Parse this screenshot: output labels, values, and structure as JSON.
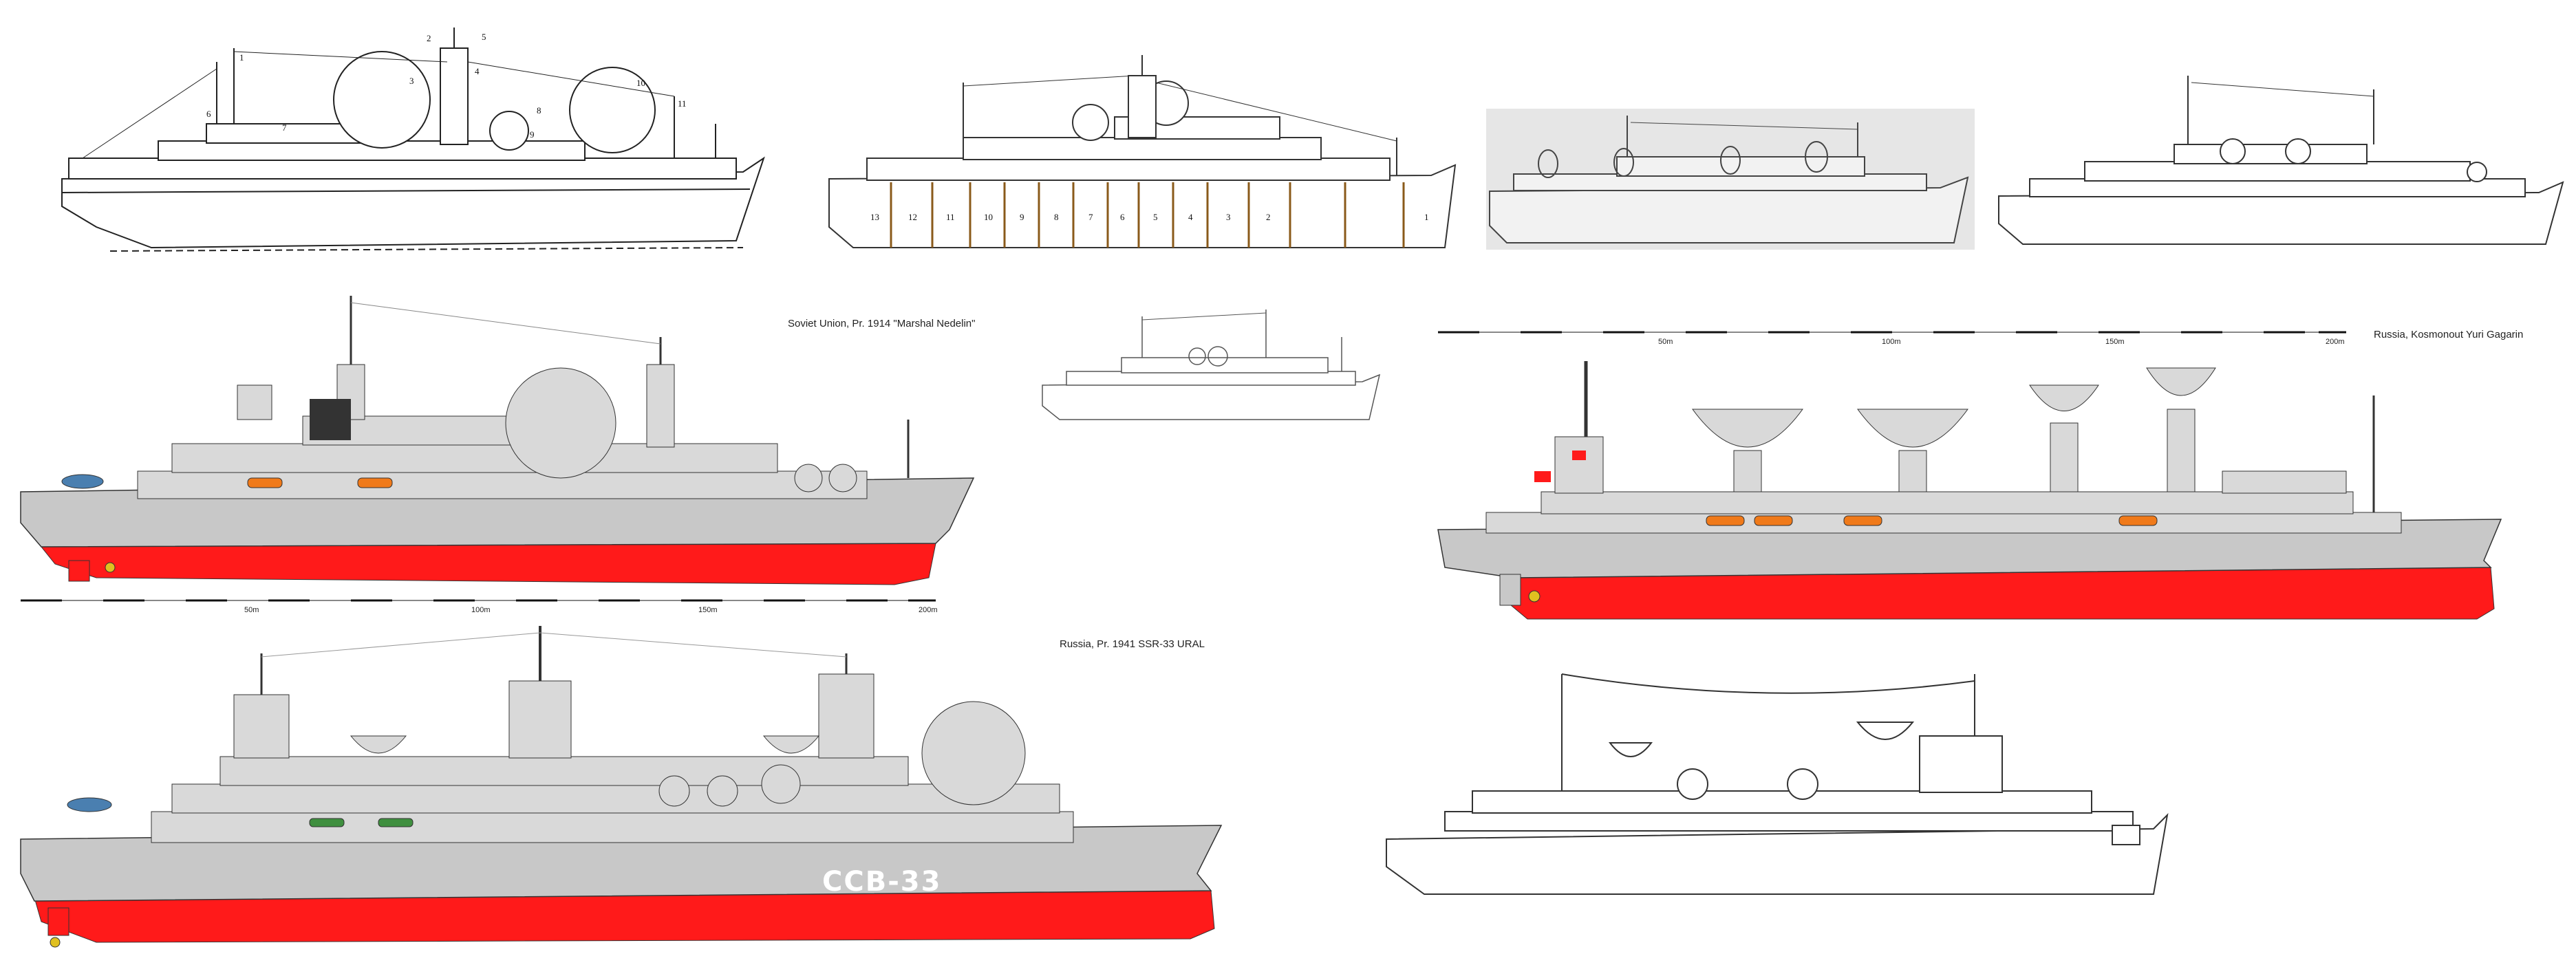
{
  "captions": {
    "nedelin": "Soviet Union, Pr. 1914 \"Marshal Nedelin\"",
    "ural": "Russia, Pr. 1941 SSR-33 URAL",
    "gagarin": "Russia, Kosmonout Yuri Gagarin"
  },
  "scales": {
    "nedelin": [
      "50m",
      "100m",
      "150m",
      "200m"
    ],
    "gagarin": [
      "50m",
      "100m",
      "150m",
      "200m"
    ]
  },
  "hull_marking": "ССВ-33",
  "sketch1_labels": [
    "1",
    "2",
    "3",
    "4",
    "5",
    "6",
    "7",
    "8",
    "9",
    "10",
    "11"
  ],
  "sketch2_compartments": [
    "13",
    "12",
    "11",
    "10",
    "9",
    "8",
    "7",
    "6",
    "5",
    "4",
    "3",
    "2",
    "1"
  ],
  "colors": {
    "hull_grey": "#c8c8c8",
    "superstructure": "#d9d9d9",
    "antifouling_red": "#ff1a1a",
    "lifeboat_orange": "#f07a1a",
    "line": "#333333"
  }
}
